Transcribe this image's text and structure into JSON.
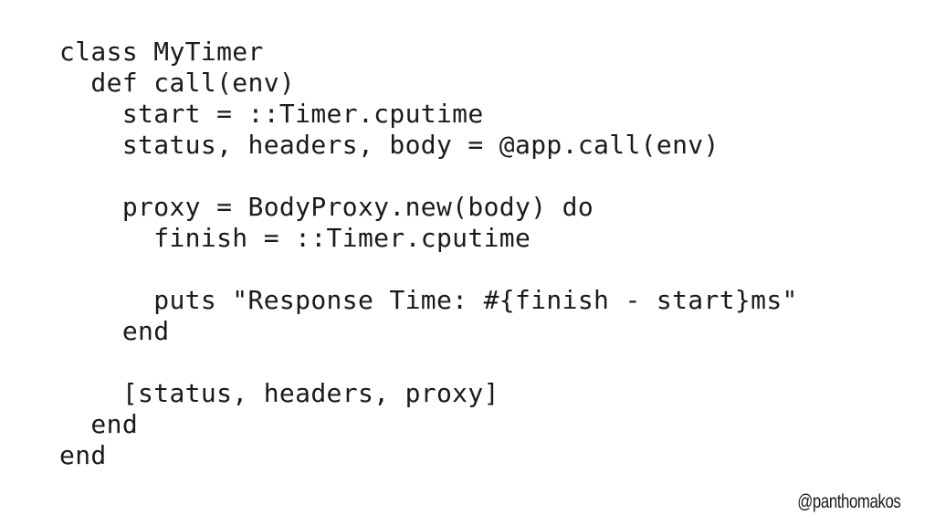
{
  "code": {
    "lines": [
      "class MyTimer",
      "  def call(env)",
      "    start = ::Timer.cputime",
      "    status, headers, body = @app.call(env)",
      "",
      "    proxy = BodyProxy.new(body) do",
      "      finish = ::Timer.cputime",
      "",
      "      puts \"Response Time: #{finish - start}ms\"",
      "    end",
      "",
      "    [status, headers, proxy]",
      "  end",
      "end"
    ]
  },
  "footer": {
    "handle": "@panthomakos"
  }
}
